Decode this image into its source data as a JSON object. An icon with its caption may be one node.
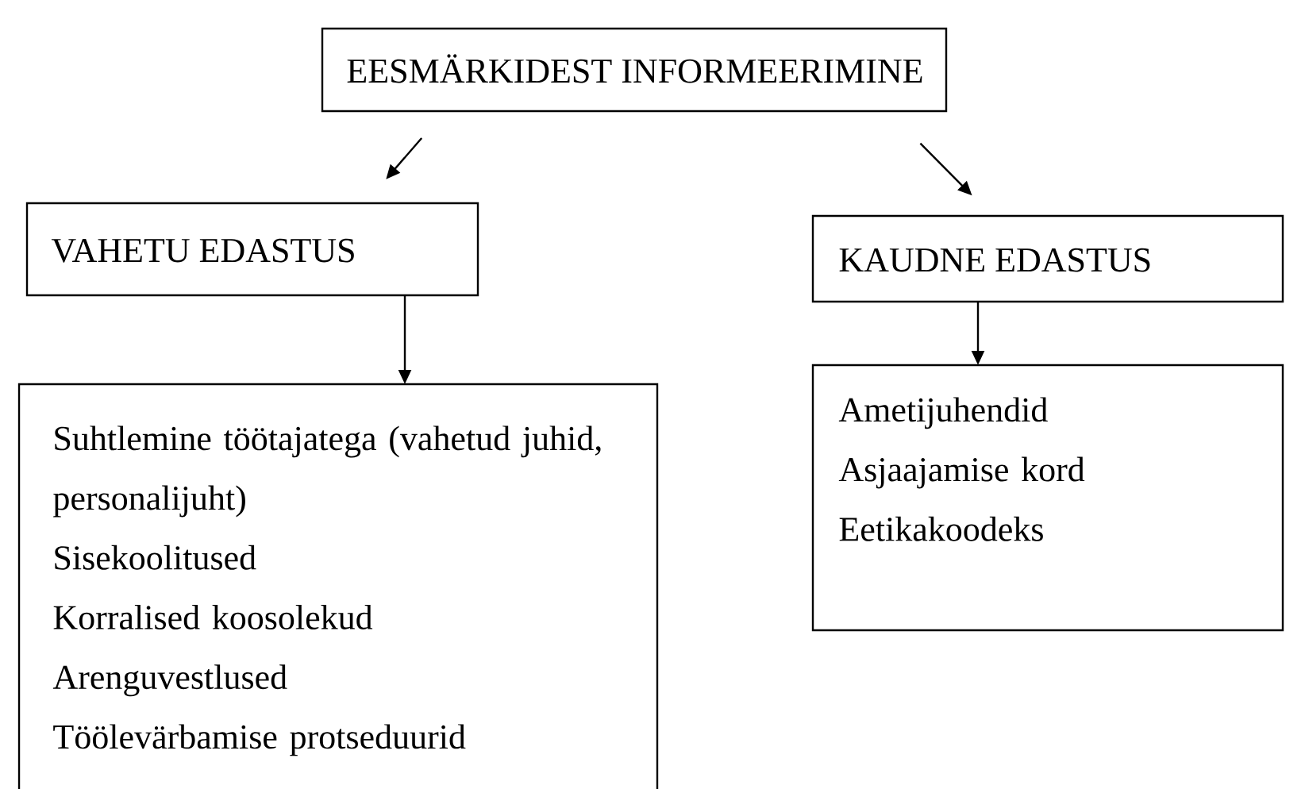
{
  "diagram": {
    "nodes": [
      {
        "text": [
          "EESMÄRKIDEST INFORMEERIMINE"
        ]
      },
      {
        "text": [
          "VAHETU EDASTUS"
        ]
      },
      {
        "text": [
          "KAUDNE EDASTUS"
        ]
      },
      {
        "text": [
          "Suhtlemine töötajatega (vahetud juhid, personalijuht)",
          "Sisekoolitused",
          "Korralised koosolekud",
          "Arenguvestlused",
          "Töölevärbamise protseduurid"
        ]
      },
      {
        "text": [
          "Ametijuhendid",
          "Asjaajamise kord",
          "Eetikakoodeks"
        ]
      }
    ],
    "edges": [
      {
        "from": 0,
        "to": 1,
        "arrow": "to"
      },
      {
        "from": 0,
        "to": 2,
        "arrow": "to"
      },
      {
        "from": 1,
        "to": 3,
        "arrow": "to"
      },
      {
        "from": 2,
        "to": 4,
        "arrow": "to"
      }
    ]
  }
}
